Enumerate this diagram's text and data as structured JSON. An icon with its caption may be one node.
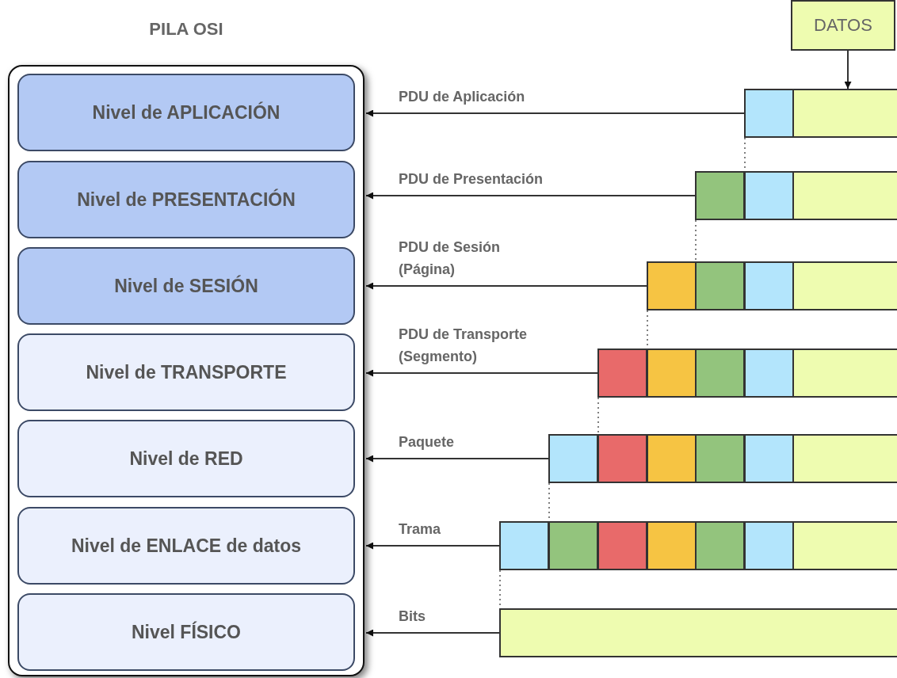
{
  "diagram": {
    "title": "PILA OSI",
    "nodes": [
      {
        "text": [],
        "shape": "box"
      },
      {
        "text": [
          "Nivel de APLICACIÓN"
        ],
        "in": 0
      },
      {
        "text": [
          "Nivel de PRESENTACIÓN"
        ],
        "in": 0
      },
      {
        "text": [
          "Nivel de SESIÓN"
        ],
        "in": 0
      },
      {
        "text": [
          "Nivel de TRANSPORTE"
        ],
        "in": 0
      },
      {
        "text": [
          "Nivel de RED"
        ],
        "in": 0
      },
      {
        "text": [
          "Nivel de ENLACE de datos"
        ],
        "in": 0
      },
      {
        "text": [
          "Nivel FÍSICO"
        ],
        "in": 0
      },
      {
        "text": [
          "DATOS"
        ]
      },
      {
        "text": [],
        "shape": "box"
      },
      {
        "text": [],
        "shape": "box"
      },
      {
        "text": [],
        "shape": "box"
      },
      {
        "text": [],
        "shape": "box"
      },
      {
        "text": [],
        "shape": "box"
      },
      {
        "text": [],
        "shape": "box"
      },
      {
        "text": [],
        "shape": "box"
      },
      {
        "text": [],
        "shape": "box"
      },
      {
        "text": [],
        "shape": "box"
      },
      {
        "text": [],
        "shape": "box"
      },
      {
        "text": [],
        "shape": "box"
      },
      {
        "text": [],
        "shape": "box"
      },
      {
        "text": [],
        "shape": "box"
      },
      {
        "text": [],
        "shape": "box"
      },
      {
        "text": [],
        "shape": "box"
      },
      {
        "text": [],
        "shape": "box"
      },
      {
        "text": [],
        "shape": "box"
      },
      {
        "text": [],
        "shape": "box"
      },
      {
        "text": [],
        "shape": "box"
      },
      {
        "text": [],
        "shape": "box"
      },
      {
        "text": [],
        "shape": "box"
      },
      {
        "text": [],
        "shape": "box"
      },
      {
        "text": [],
        "shape": "box"
      },
      {
        "text": [],
        "shape": "box"
      },
      {
        "text": [],
        "shape": "box"
      },
      {
        "text": [],
        "shape": "box"
      },
      {
        "text": [],
        "shape": "box"
      },
      {
        "text": [],
        "shape": "bar"
      }
    ],
    "edges": [
      {
        "from": 8,
        "to": 10,
        "arrow": "to"
      },
      {
        "from": 9,
        "to": 1,
        "arrow": "to",
        "label": "PDU de Aplicación"
      },
      {
        "from": 11,
        "to": 2,
        "arrow": "to",
        "label": "PDU de Presentación"
      },
      {
        "from": 14,
        "to": 3,
        "arrow": "to",
        "label": "PDU de Sesión (Página)"
      },
      {
        "from": 18,
        "to": 4,
        "arrow": "to",
        "label": "PDU de Transporte (Segmento)"
      },
      {
        "from": 23,
        "to": 5,
        "arrow": "to",
        "label": "Paquete"
      },
      {
        "from": 29,
        "to": 6,
        "arrow": "to",
        "label": "Trama"
      },
      {
        "from": 36,
        "to": 7,
        "arrow": "to",
        "label": "Bits"
      },
      {
        "from": 9,
        "to": 12,
        "arrow": "none",
        "style": "dashed"
      },
      {
        "from": 11,
        "to": 15,
        "arrow": "none",
        "style": "dashed"
      },
      {
        "from": 14,
        "to": 19,
        "arrow": "none",
        "style": "dashed"
      },
      {
        "from": 18,
        "to": 24,
        "arrow": "none",
        "style": "dashed"
      },
      {
        "from": 23,
        "to": 30,
        "arrow": "none",
        "style": "dashed"
      },
      {
        "from": 29,
        "to": 36,
        "arrow": "none",
        "style": "dashed"
      }
    ]
  }
}
